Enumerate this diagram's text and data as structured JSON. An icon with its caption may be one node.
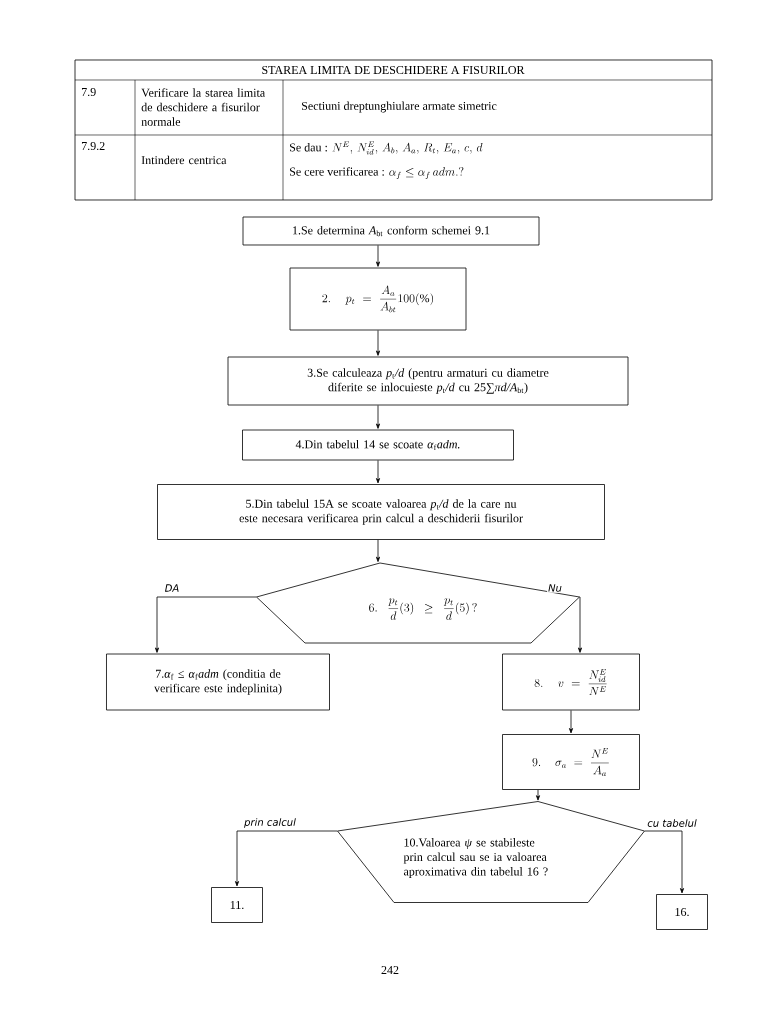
{
  "diagram": {
    "nodes": [
      {
        "text": [
          "1.Se determina *A*$_{bt}$ conform schemei 9.1"
        ]
      },
      {
        "text": [
          "2.\\;\\; p_t=\\frac{A_a}{A_{bt}}100(\\%)"
        ]
      },
      {
        "text": [
          "3.Se calculeaza *p*$_{t}$*/d* (pentru armaturi cu diametre diferite se inlocuieste *p*$_{t}$*/d* cu 25∑*πd/A*$_{bt}$)"
        ]
      },
      {
        "text": [
          "4.Din tabelul 14 se scoate *α*$_{f}$*adm.*"
        ]
      },
      {
        "text": [
          "5.Din tabelul 15A se scoate valoarea *p*$_{t}$*/d* de la care nu este necesara verificarea prin calcul a deschiderii fisurilor"
        ]
      },
      {
        "text": [
          "6.\\; \\frac{p_t}{d}(3)\\geq\\frac{p_t}{d}(5)\\,?"
        ]
      },
      {
        "text": [
          "7.*α*$_{f}$ ≤ *α*$_{f}$*adm* (conditia de verificare este indeplinita)"
        ]
      },
      {
        "text": [
          "8.\\;\\; v=\\frac{N^E_{id}}{N^E}"
        ]
      },
      {
        "text": [
          "9.\\;\\; \\sigma_a=\\frac{N^E}{A_a}"
        ]
      },
      {
        "text": [
          "10.Valoarea *ψ* se stabileste prin calcul sau se ia valoarea aproximativa din tabelul 16 ?"
        ]
      },
      {
        "text": [
          "11."
        ]
      },
      {
        "text": [
          "16."
        ]
      }
    ],
    "edges": [
      {
        "from": 0,
        "to": 1,
        "arrow": "to"
      },
      {
        "from": 1,
        "to": 2,
        "arrow": "to"
      },
      {
        "from": 2,
        "to": 3,
        "arrow": "to"
      },
      {
        "from": 3,
        "to": 4,
        "arrow": "to"
      },
      {
        "from": 4,
        "to": 5,
        "arrow": "to"
      },
      {
        "from": 5,
        "to": 6,
        "arrow": "to",
        "label": "DA"
      },
      {
        "from": 5,
        "to": 7,
        "arrow": "to",
        "label": "Nu"
      },
      {
        "from": 7,
        "to": 8,
        "arrow": "to"
      },
      {
        "from": 8,
        "to": 9,
        "arrow": "to"
      },
      {
        "from": 9,
        "to": 10,
        "arrow": "to",
        "label": "prin calcul"
      },
      {
        "from": 9,
        "to": 11,
        "arrow": "to",
        "label": "cu tabelul"
      }
    ],
    "labels": [
      "STAREA LIMITA DE DESCHIDERE A FISURILOR",
      "7.9",
      "Verificare la starea limita de deschidere a fisurilor normale",
      "Sectiuni dreptunghiulare armate simetric",
      "7.9.2",
      "Intindere centrica",
      "\\text{Se dau : }N^E,\\, N^E_{id},\\, A_b,\\, A_a,\\, R_t,\\, E_a,\\, c,\\, d",
      "\\text{Se cere verificarea : }\\alpha_f\\leq\\alpha_f\\,adm.?",
      "242"
    ]
  }
}
